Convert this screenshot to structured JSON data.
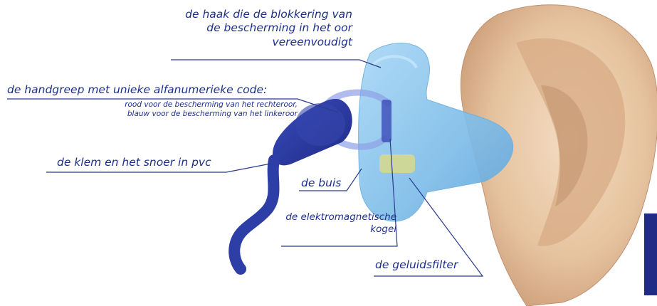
{
  "labels": {
    "hook": [
      "de haak die de blokkering van",
      "de bescherming in het oor",
      "vereenvoudigt"
    ],
    "handle_title": "de handgreep met unieke alfanumerieke code:",
    "handle_sub": [
      "rood voor de bescherming van het rechteroor,",
      "blauw voor de bescherming van het linkeroor"
    ],
    "clip": "de klem en het snoer in pvc",
    "tube": "de buis",
    "ball": [
      "de elektromagnetische",
      "kogel"
    ],
    "filter": "de geluidsfilter"
  },
  "colors": {
    "label_text": "#1d2f8a",
    "leader_line": "#2a3a8c",
    "earplug": "#8ec8ef",
    "handle": "#2b3aa0",
    "ear_skin": "#e9c9a8",
    "filter": "#d8d98a"
  }
}
